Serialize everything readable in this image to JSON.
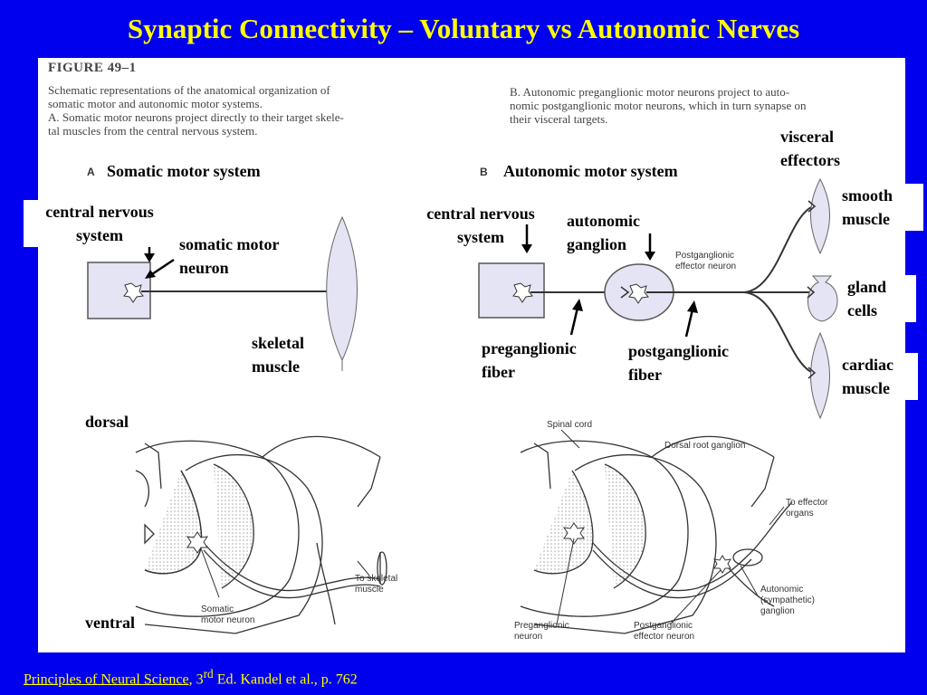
{
  "title": "Synaptic Connectivity – Voluntary vs Autonomic Nerves",
  "figure": {
    "number": "FIGURE 49–1",
    "caption_lines": [
      "Schematic representations of the anatomical organization of",
      "somatic motor and autonomic motor systems.",
      "A. Somatic motor neurons project directly to their target skele-",
      "tal muscles from the central nervous system."
    ],
    "caption_b_lines": [
      "B. Autonomic preganglionic motor neurons project to auto-",
      "nomic postganglionic motor neurons, which in turn synapse on",
      "their visceral targets."
    ],
    "panel_a_letter": "A",
    "panel_a_title": "Somatic motor system",
    "panel_b_letter": "B",
    "panel_b_title": "Autonomic motor system"
  },
  "labels_a": {
    "cns": "central nervous system",
    "somatic_neuron": "somatic motor neuron",
    "skeletal_muscle": "skeletal muscle",
    "dorsal": "dorsal",
    "ventral": "ventral"
  },
  "labels_b": {
    "cns": "central nervous system",
    "ganglion": "autonomic ganglion",
    "visceral": "visceral effectors",
    "smooth": "smooth muscle",
    "gland": "gland cells",
    "cardiac": "cardiac muscle",
    "pre": "preganglionic fiber",
    "post": "postganglionic fiber"
  },
  "small_labels": {
    "post_effector": "Postganglionic effector neuron",
    "to_skeletal": "To skeletal muscle",
    "somatic_motor_neuron": "Somatic motor neuron",
    "spinal_cord": "Spinal cord",
    "drg": "Dorsal root ganglion",
    "to_effector": "To effector organs",
    "auto_ganglion": "Autonomic (sympathetic) ganglion",
    "pre_neuron": "Preganglionic neuron",
    "post_neuron": "Postganglionic effector neuron"
  },
  "footer": {
    "book": "Principles of Neural Science",
    "edition_num": ", 3",
    "edition_sup": "rd",
    "rest": " Ed. Kandel et al., p. 762"
  }
}
